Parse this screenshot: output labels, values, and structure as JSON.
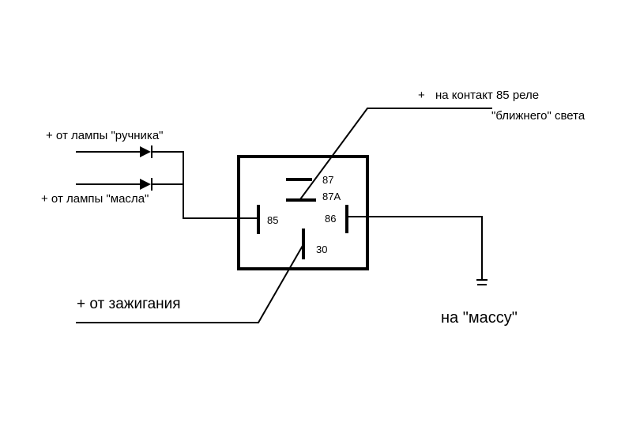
{
  "labels": {
    "handbrake_lamp": "+ от лампы \"ручника\"",
    "oil_lamp": "+ от лампы \"масла\"",
    "ignition": "+ от зажигания",
    "relay_contact_plus": "+",
    "relay_contact_line1": "на контакт 85 реле",
    "relay_contact_line2": "\"ближнего\" света",
    "ground": "на \"массу\""
  },
  "relay": {
    "pin_87": "87",
    "pin_87a": "87A",
    "pin_85": "85",
    "pin_86": "86",
    "pin_30": "30"
  }
}
